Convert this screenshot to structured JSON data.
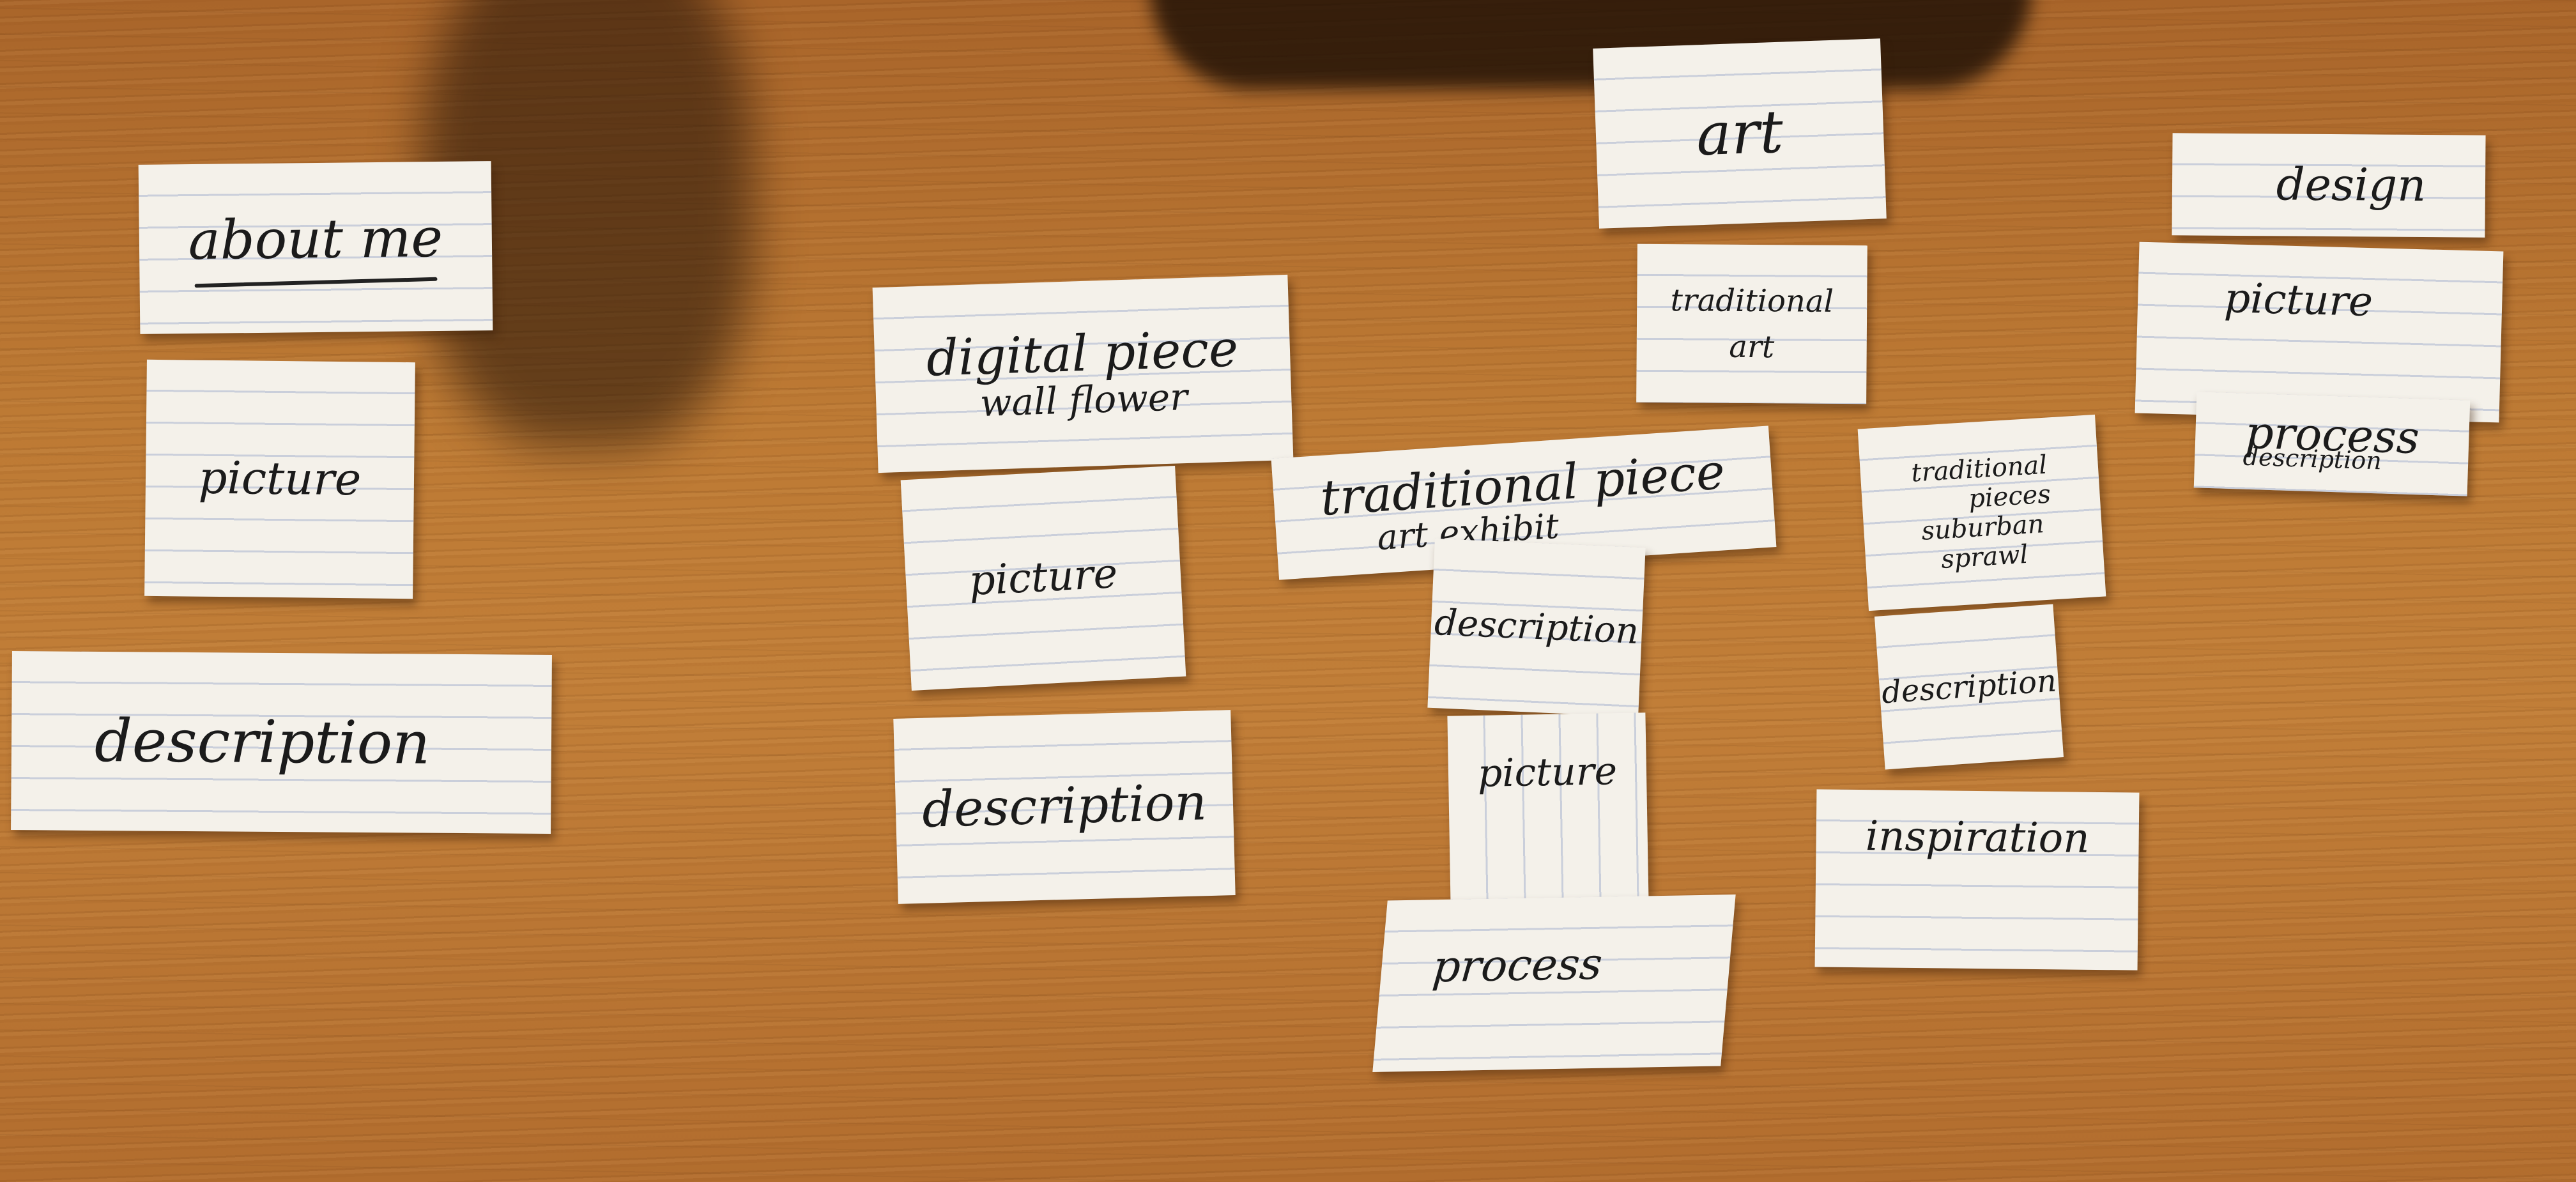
{
  "scene": {
    "description_of_surface": "wooden table with handwritten paper cards",
    "accent_colors": {
      "table": "#b8742f",
      "paper": "#f4f1ea",
      "ink": "#1b1b1b",
      "ruled_lines": "#96a5c8"
    }
  },
  "cards": {
    "about_me": {
      "text": "about me"
    },
    "about_picture": {
      "text": "picture"
    },
    "about_description": {
      "text": "description"
    },
    "digital_piece": {
      "line1": "digital piece",
      "line2": "wall flower"
    },
    "digital_picture": {
      "text": "picture"
    },
    "digital_description": {
      "text": "description"
    },
    "traditional_piece": {
      "line1": "traditional piece",
      "line2": "art exhibit"
    },
    "traditional_description": {
      "text": "description"
    },
    "traditional_picture": {
      "text": "picture"
    },
    "traditional_process": {
      "text": "process"
    },
    "art": {
      "text": "art"
    },
    "traditional_art": {
      "line1": "traditional",
      "line2": "art"
    },
    "traditional_pieces": {
      "line1": "traditional",
      "line2": "pieces",
      "line3": "suburban",
      "line4": "sprawl"
    },
    "suburban_description": {
      "text": "description"
    },
    "inspiration": {
      "text": "inspiration"
    },
    "design": {
      "text": "design"
    },
    "design_picture": {
      "text": "picture"
    },
    "design_process": {
      "line1": "process",
      "line2": "description"
    }
  }
}
